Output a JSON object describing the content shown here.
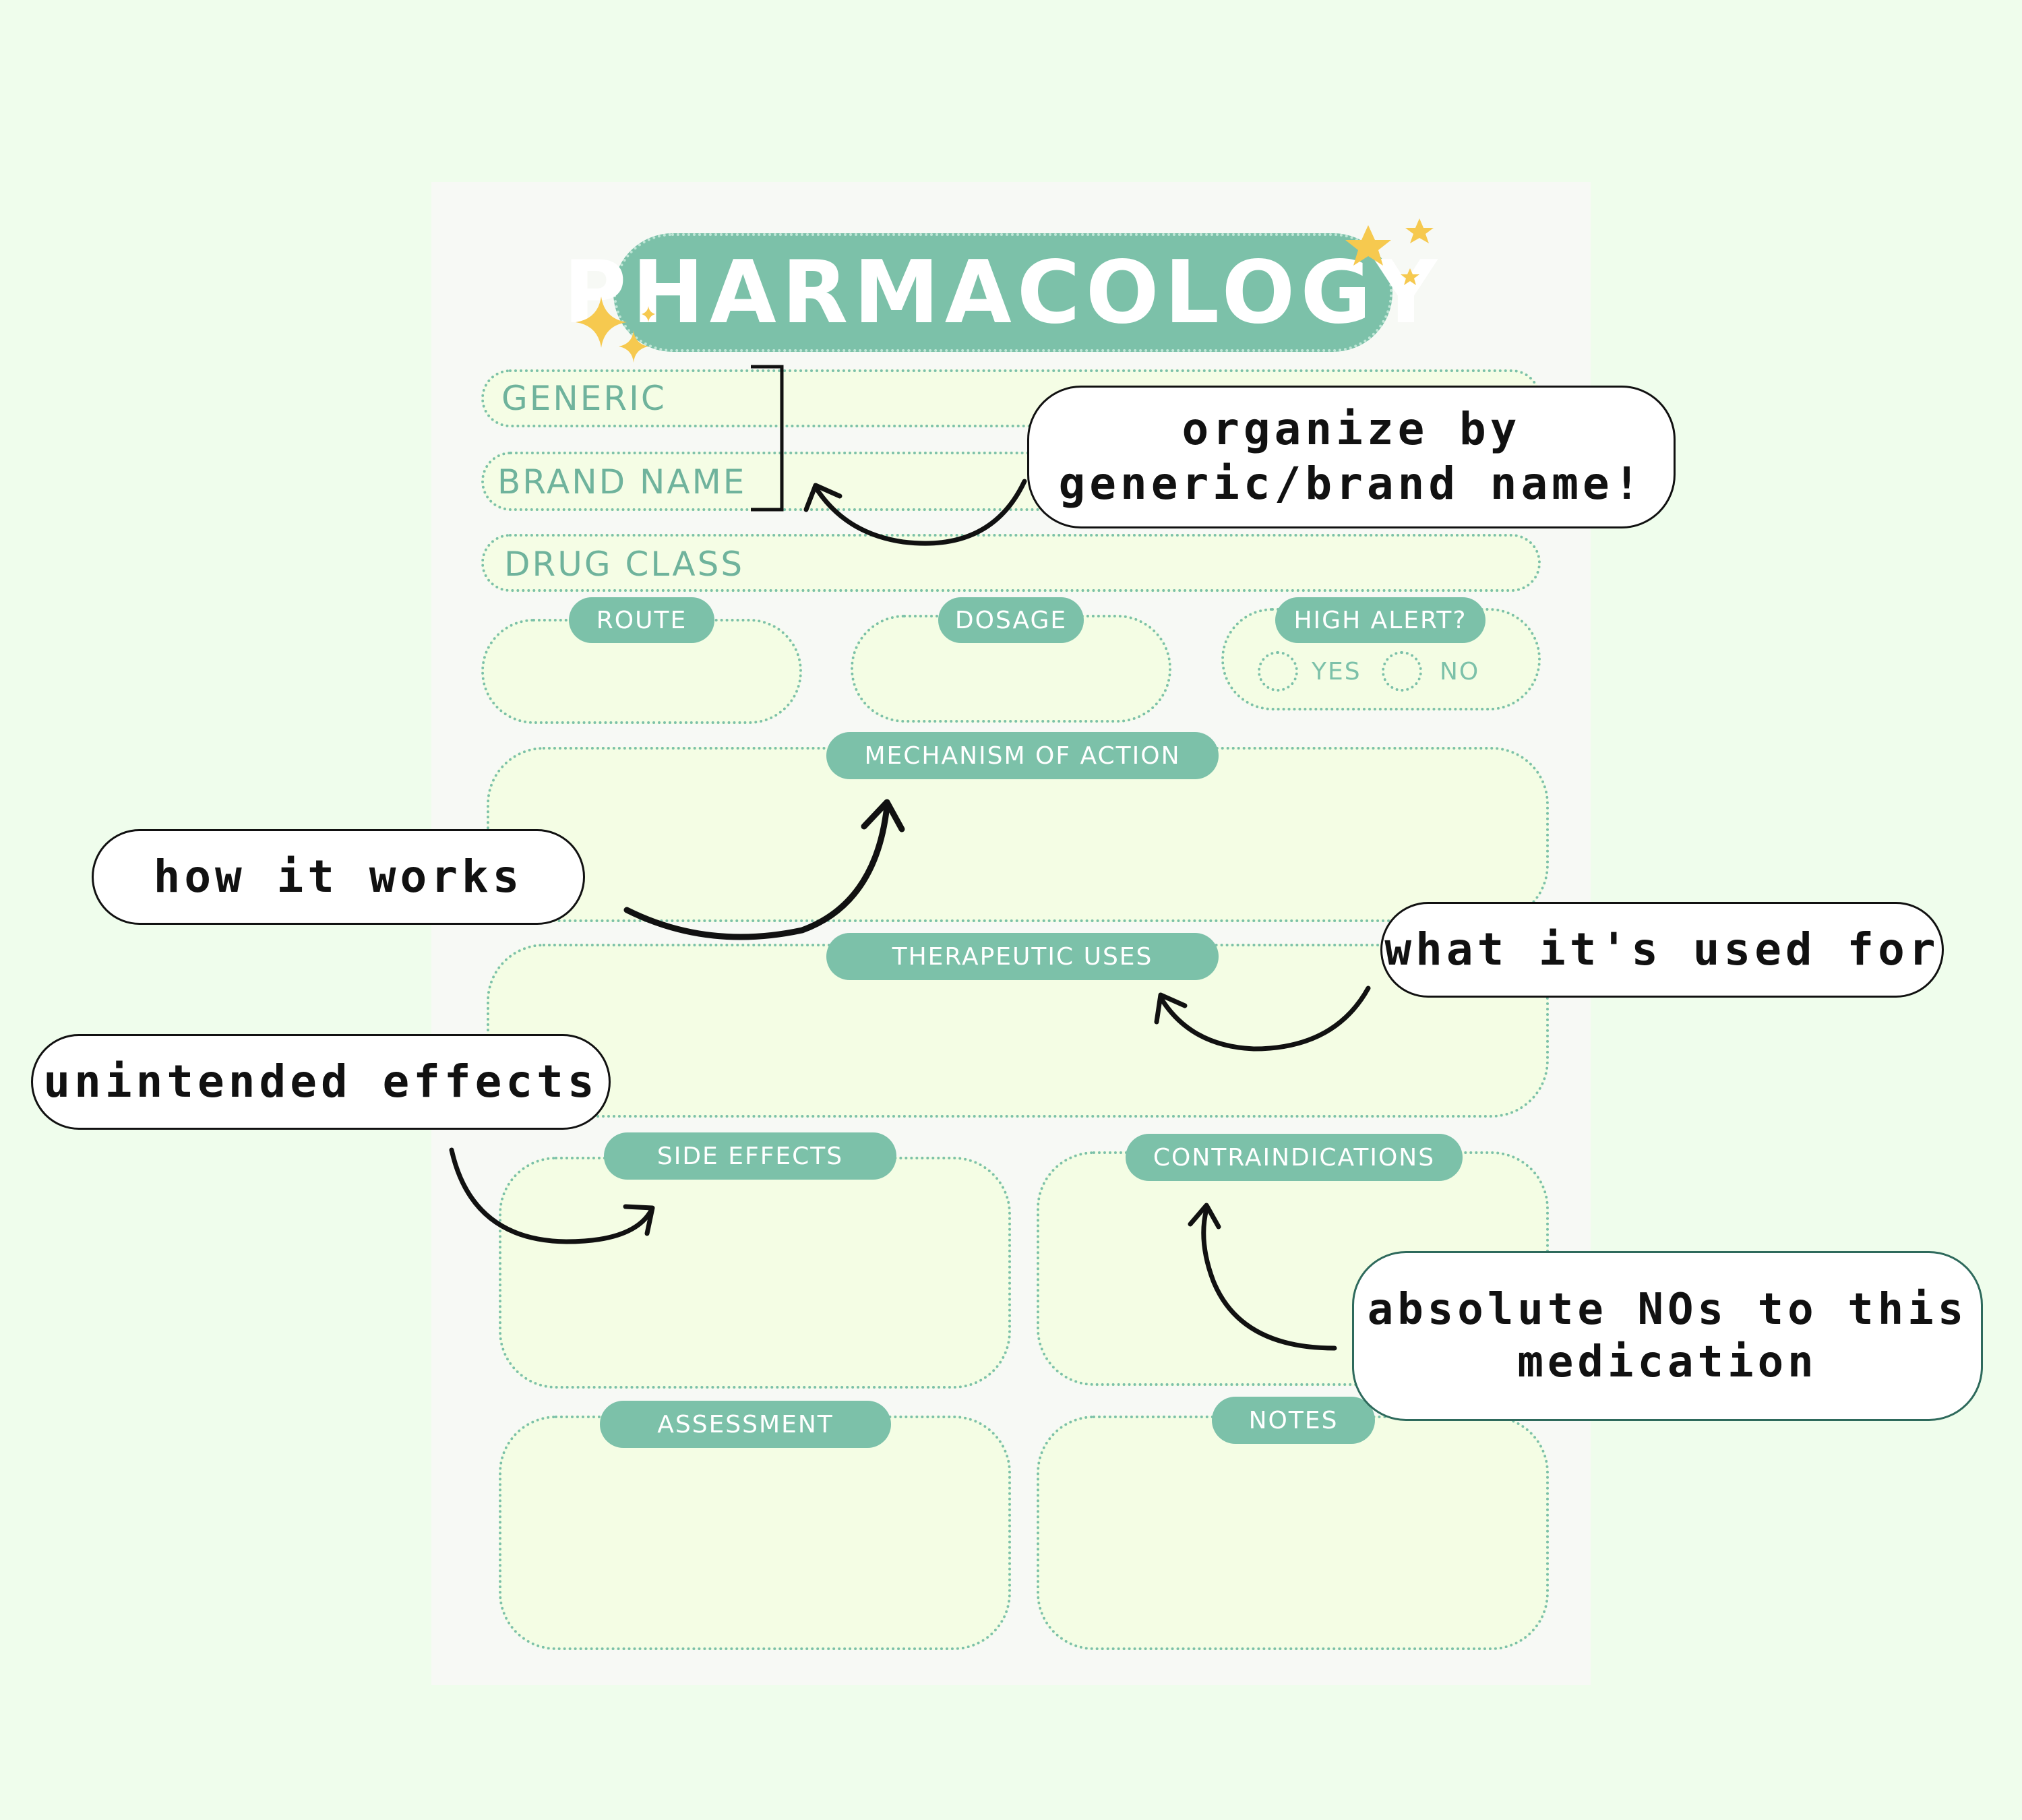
{
  "title": "PHARMACOLOGY",
  "fields": {
    "generic": "GENERIC",
    "brand_name": "BRAND NAME",
    "drug_class": "DRUG CLASS"
  },
  "tabs": {
    "route": "ROUTE",
    "dosage": "DOSAGE",
    "high_alert": "HIGH ALERT?",
    "mechanism": "MECHANISM OF ACTION",
    "therapeutic": "THERAPEUTIC USES",
    "side_effects": "SIDE EFFECTS",
    "contraindications": "CONTRAINDICATIONS",
    "assessment": "ASSESSMENT",
    "notes": "NOTES"
  },
  "high_alert_options": {
    "yes": "YES",
    "no": "NO"
  },
  "callouts": {
    "organize": "organize by\ngeneric/brand name!",
    "how_it_works": "how it works",
    "used_for": "what it's used for",
    "unintended": "unintended effects",
    "absolute_nos": "absolute NOs to this\nmedication"
  },
  "colors": {
    "background": "#effdec",
    "accent": "#7cc1a9",
    "box_fill": "#f4fde4",
    "star": "#f6c94f"
  },
  "icons": [
    "sparkle-icon",
    "star-icon",
    "curved-arrow-icon",
    "bracket-icon"
  ]
}
